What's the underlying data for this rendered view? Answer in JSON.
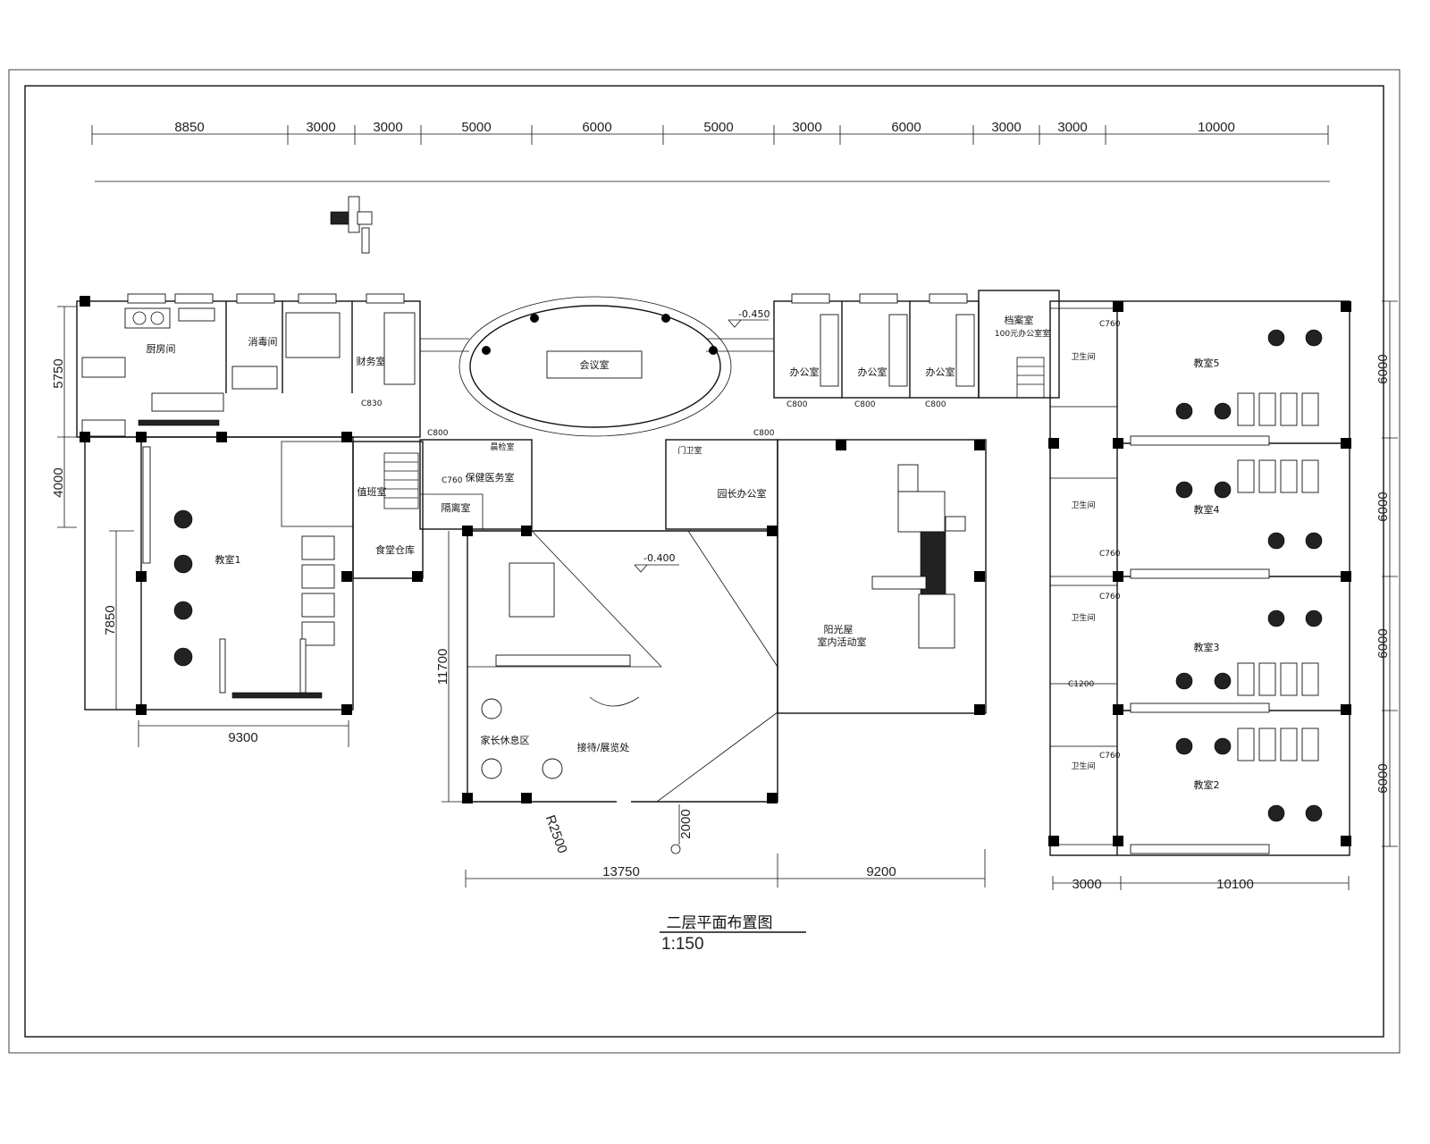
{
  "dimensions": {
    "top": [
      "8850",
      "3000",
      "3000",
      "5000",
      "6000",
      "5000",
      "3000",
      "6000",
      "3000",
      "3000",
      "10000"
    ],
    "left": [
      "5750",
      "4000",
      "7850",
      "11700"
    ],
    "right": [
      "6000",
      "6000",
      "6000",
      "6000"
    ],
    "bottom_left": "9300",
    "bottom_center": [
      "13750",
      "9200"
    ],
    "bottom_right": [
      "3000",
      "10100"
    ],
    "r_label": "R2500",
    "r_offset": "2000"
  },
  "levels": [
    "-0.450",
    "-0.400"
  ],
  "window_tags": [
    "C830",
    "C800",
    "C800",
    "C800",
    "C800",
    "C800",
    "C760",
    "C760",
    "C760",
    "C760",
    "C1200"
  ],
  "rooms": {
    "kitchen": "厨房间",
    "disinfection": "消毒间",
    "finance": "财务室",
    "meeting": "会议室",
    "office": "办公室",
    "archive": "档案室",
    "archive_sub": "100元办公室室",
    "toilet": "卫生间",
    "class1": "教室1",
    "class2": "教室2",
    "class3": "教室3",
    "class4": "教室4",
    "class5": "教室5",
    "health": "保健医务室",
    "isolation": "隔离室",
    "morning_check": "晨检室",
    "principal": "园长办公室",
    "duty": "值班室",
    "guard": "门卫室",
    "pantry": "食堂仓库",
    "parents_rest": "家长休息区",
    "reception": "接待/展览处",
    "sunroom": "阳光屋",
    "sunroom_sub": "室内活动室"
  },
  "title": "二层平面布置图",
  "scale": "1:150"
}
